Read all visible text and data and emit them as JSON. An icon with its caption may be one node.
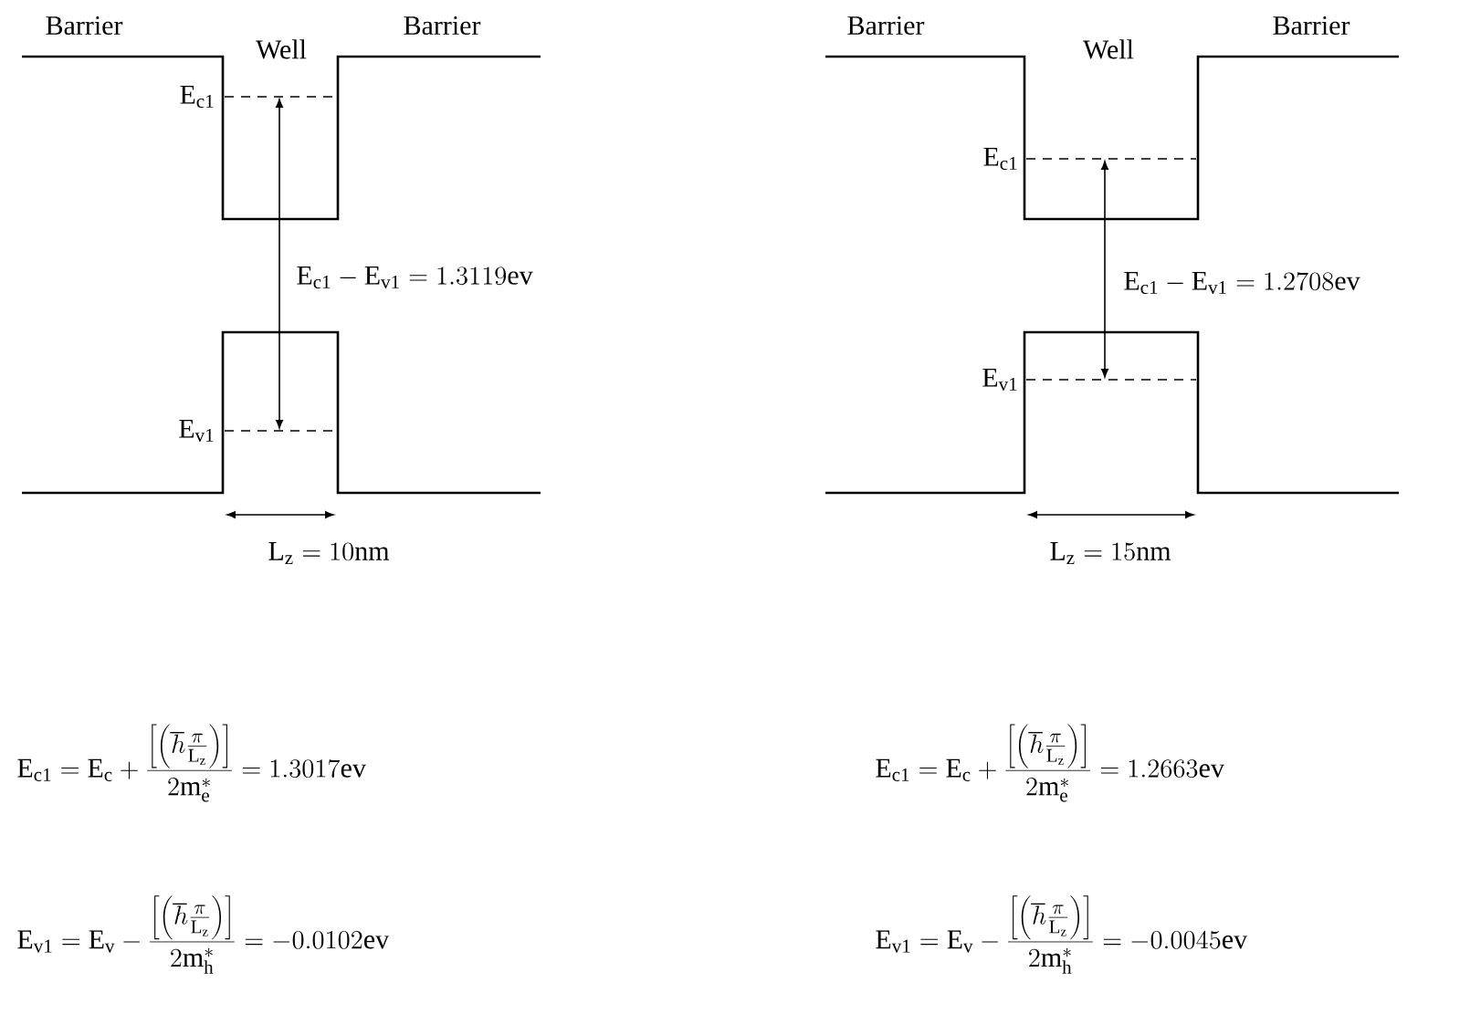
{
  "diagram": {
    "labels": [
      "Barrier",
      "Well",
      "Barrier",
      "\\mathrm{E_{c1}}",
      "\\mathrm{E_{v1}}",
      "\\mathrm{E_{c1}} - \\mathrm{E_{v1}} = 1.3119\\mathrm{ev}",
      "\\mathrm{L_z} = 10\\mathrm{nm}",
      "Barrier",
      "Well",
      "Barrier",
      "\\mathrm{E_{c1}}",
      "\\mathrm{E_{v1}}",
      "\\mathrm{E_{c1}} - \\mathrm{E_{v1}} = 1.2708\\mathrm{ev}",
      "\\mathrm{L_z} = 15\\mathrm{nm}",
      "\\mathrm{E_{c1}} = \\mathrm{E_c} + \\frac{\\left[\\left(\\hbar\\frac{\\pi}{\\mathrm{L_z}}\\right)\\right]}{2\\mathrm{m_e^*}} = 1.3017\\mathrm{ev}",
      "\\mathrm{E_{c1}} = \\mathrm{E_c} + \\frac{\\left[\\left(\\hbar\\frac{\\pi}{\\mathrm{L_z}}\\right)\\right]}{2\\mathrm{m_e^*}} = 1.2663\\mathrm{ev}",
      "\\mathrm{E_{v1}} = \\mathrm{E_v} - \\frac{\\left[\\left(\\hbar\\frac{\\pi}{\\mathrm{L_z}}\\right)\\right]}{2\\mathrm{m_h^*}} = -0.0102\\mathrm{ev}",
      "\\mathrm{E_{v1}} = \\mathrm{E_v} - \\frac{\\left[\\left(\\hbar\\frac{\\pi}{\\mathrm{L_z}}\\right)\\right]}{2\\mathrm{m_h^*}} = -0.0045\\mathrm{ev}"
    ]
  }
}
